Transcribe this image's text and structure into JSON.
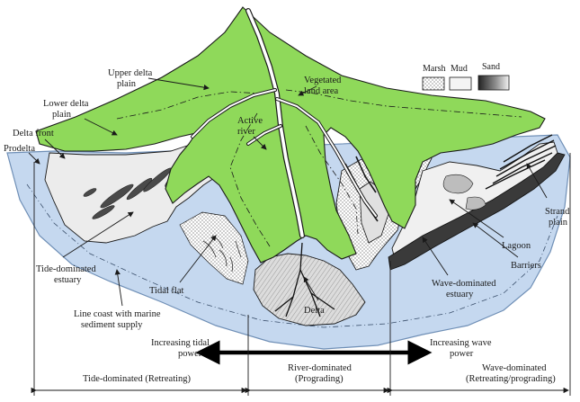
{
  "diagram": {
    "colors": {
      "land": "#8fd95a",
      "sea": "#c5d8ef",
      "sea_edge": "#6f8fb6",
      "outline": "#1a1a1a",
      "channel": "#ffffff",
      "sediment_dark": "#4a4a4a",
      "sediment_mid": "#9a9a9a",
      "marsh": "#e6e6e6"
    },
    "labels": {
      "upper_delta_plain": [
        "Upper delta",
        "plain"
      ],
      "lower_delta_plain": [
        "Lower delta",
        "plain"
      ],
      "delta_front": "Delta front",
      "prodelta": "Prodelta",
      "vegetated_land": [
        "Vegetated",
        "land area"
      ],
      "active_river": [
        "Active",
        "river"
      ],
      "tide_estuary": [
        "Tide-dominated",
        "estuary"
      ],
      "tidal_flat": "Tidal flat",
      "line_coast": [
        "Line coast with marine",
        "sediment supply"
      ],
      "delta": "Delta",
      "lagoon": "Lagoon",
      "barriers": "Barriers",
      "wave_estuary": [
        "Wave-dominated",
        "estuary"
      ],
      "strand_plain": [
        "Strand",
        "plain"
      ]
    },
    "legend": {
      "marsh": "Marsh",
      "mud": "Mud",
      "sand": "Sand"
    },
    "gradient": {
      "tidal": [
        "Increasing tidal",
        "power"
      ],
      "wave": [
        "Increasing wave",
        "power"
      ]
    },
    "zones": [
      [
        "Tide-dominated (Retreating)"
      ],
      [
        "River-dominated",
        "(Prograding)"
      ],
      [
        "Wave-dominated",
        "(Retreating/prograding)"
      ]
    ]
  }
}
